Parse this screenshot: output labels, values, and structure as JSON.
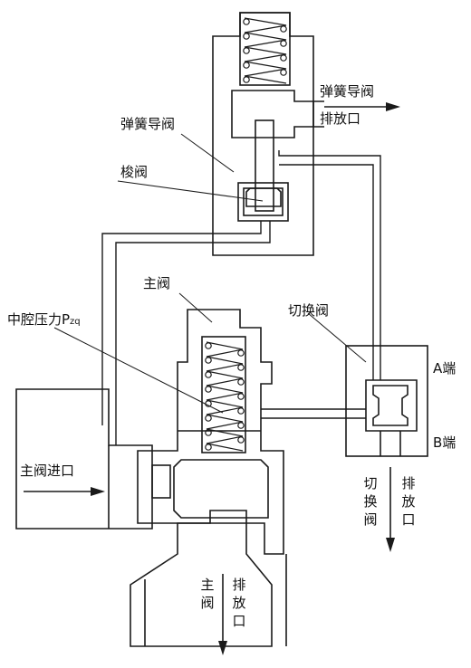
{
  "labels": {
    "spring_pilot_valve": "弹簧导阀",
    "spool_valve": "梭阀",
    "main_valve": "主阀",
    "switch_valve": "切换阀",
    "mid_cavity_pressure": "中腔压力P",
    "mid_cavity_pressure_sub": "zq",
    "pilot_exhaust_line1": "弹簧导阀",
    "pilot_exhaust_line2": "排放口",
    "port_a": "A端",
    "port_b": "B端",
    "main_valve_inlet": "主阀进口",
    "switch_exhaust_left": "切换阀",
    "switch_exhaust_right": "排放口",
    "main_exhaust_left": "主阀",
    "main_exhaust_right": "排放口"
  },
  "colors": {
    "line": "#1a1a1a",
    "background": "#ffffff"
  }
}
